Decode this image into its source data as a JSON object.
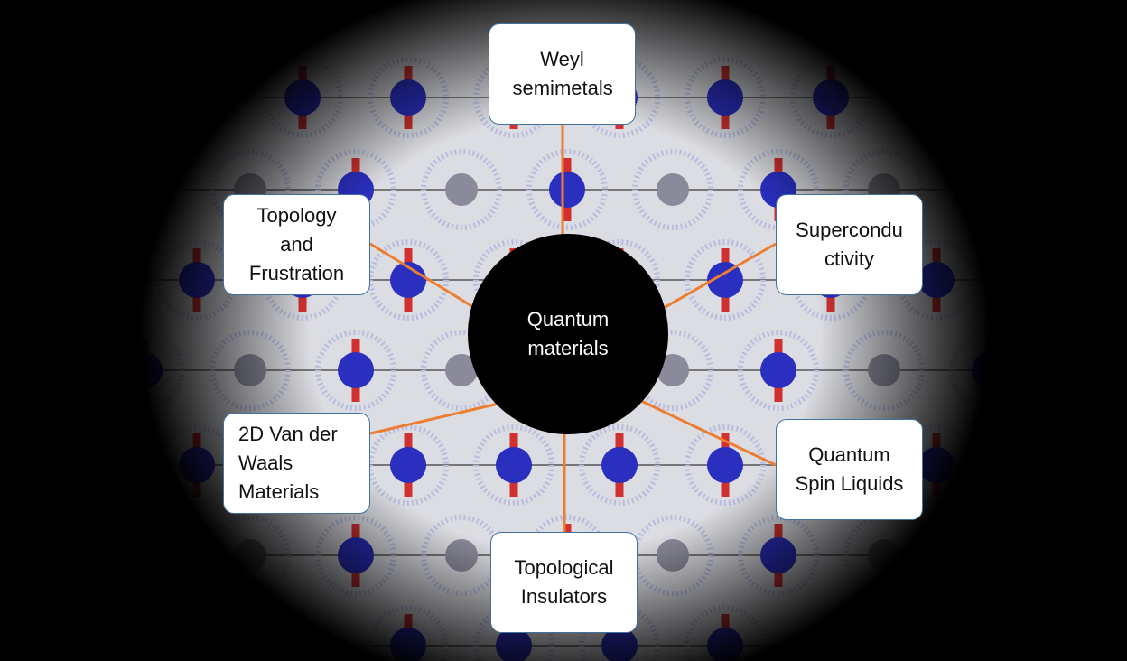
{
  "center": {
    "label": "Quantum materials"
  },
  "topics": [
    {
      "label": "Weyl semimetals"
    },
    {
      "label": "Topology and Frustration"
    },
    {
      "label": "Supercondu ctivity"
    },
    {
      "label": "2D Van der Waals Materials"
    },
    {
      "label": "Quantum Spin Liquids"
    },
    {
      "label": "Topological Insulators"
    }
  ],
  "colors": {
    "connector": "#ed7d31",
    "box_border": "#41719c",
    "center_fill": "#000000",
    "atom_magnetic": "#2a2fc0",
    "atom_nonmagnetic": "#8a8a9a",
    "spin_arrow": "#d03030"
  }
}
